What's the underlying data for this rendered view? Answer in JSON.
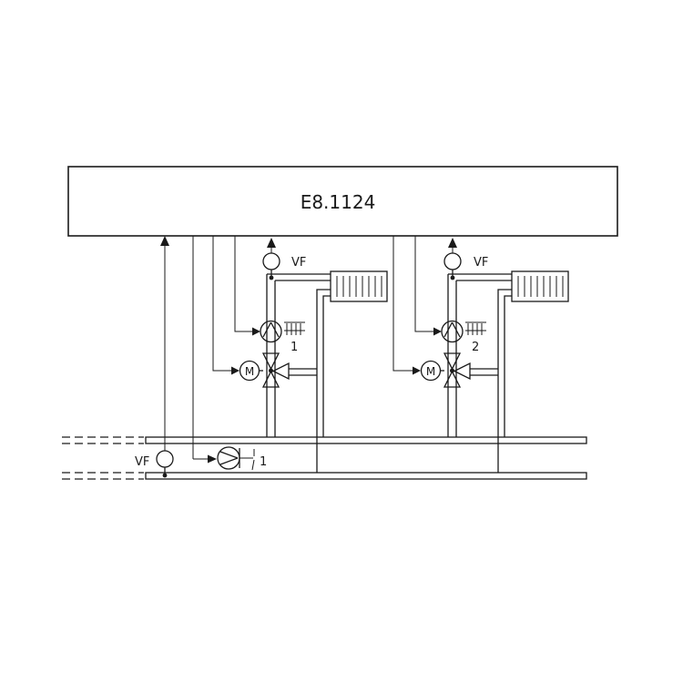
{
  "controller": {
    "label": "E8.1124"
  },
  "sensor_label": "VF",
  "circuits": [
    {
      "sensor_label": "VF",
      "pump_number": "1",
      "motor_label": "M"
    },
    {
      "sensor_label": "VF",
      "pump_number": "2",
      "motor_label": "M"
    }
  ],
  "main_sensor": {
    "label": "VF"
  },
  "main_pump": {
    "number": "1"
  }
}
